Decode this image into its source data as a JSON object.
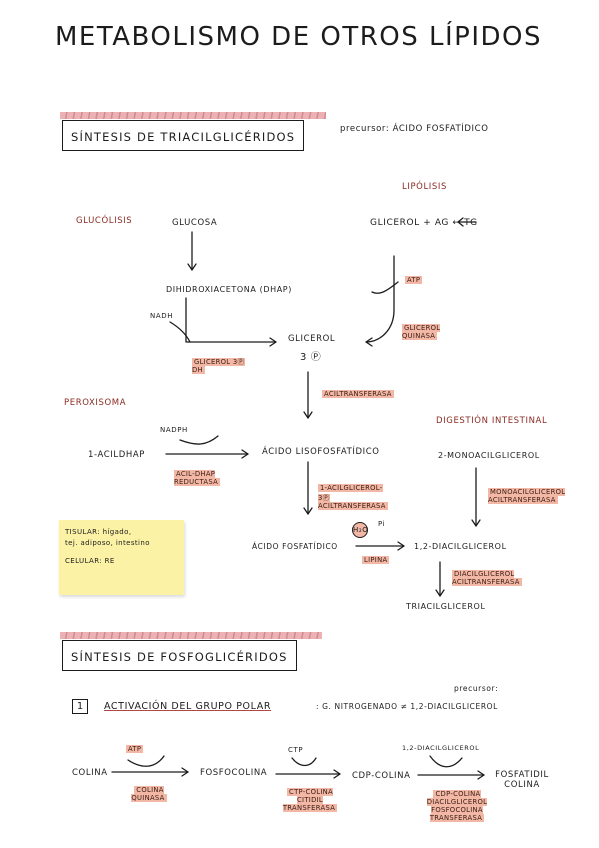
{
  "page": {
    "title": "METABOLISMO DE OTROS LÍPIDOS"
  },
  "tag": {
    "section1_title": "SÍNTESIS DE TRIACILGLICÉRIDOS",
    "precursor": "precursor: ÁCIDO FOSFATÍDICO",
    "lipolisis": "LIPÓLISIS",
    "glucolisis": "GLUCÓLISIS",
    "glucosa": "GLUCOSA",
    "glicerol_ag_tg": "GLICEROL + AG ← TG",
    "dhap": "DIHIDROXIACETONA (DHAP)",
    "atp1": "ATP",
    "nadh1": "NADH",
    "glicerol3p_a": "GLICEROL",
    "glicerol3p_b": "3 Ⓟ",
    "glicerol_quinasa": "GLICEROL QUINASA",
    "glicerol3p_dh": "GLICEROL 3Ⓟ DH",
    "peroxisoma": "PEROXISOMA",
    "aciltransferasa": "ACILTRANSFERASA",
    "digestion": "DIGESTIÓN INTESTINAL",
    "nadph": "NADPH",
    "acil_dhap": "1-ACILDHAP",
    "lisofosfatidico": "ÁCIDO LISOFOSFATÍDICO",
    "monoacilglicerol": "2-MONOACILGLICEROL",
    "acil_dhap_reductasa": "ACIL-DHAP REDUCTASA",
    "acilglicerol_3p_acil": "1-ACILGLICEROL-3Ⓟ ACILTRANSFERASA",
    "monoacil_aciltrans": "MONOACILGLICEROL ACILTRANSFERASA",
    "h2o": "H₂O",
    "pi": "Pi",
    "fosfatidico": "ÁCIDO FOSFATÍDICO",
    "lipina": "LIPINA",
    "diacilglicerol": "1,2-DIACILGLICEROL",
    "diacil_aciltrans": "DIACILGLICEROL ACILTRANSFERASA",
    "triacilglicerol": "TRIACILGLICEROL",
    "sticky_1": "TISULAR: hígado,",
    "sticky_2": "tej. adiposo, intestino",
    "sticky_3": "CELULAR: RE",
    "section2_title": "SÍNTESIS DE FOSFOGLICÉRIDOS",
    "num": "1",
    "activacion": "ACTIVACIÓN DEL GRUPO POLAR",
    "activacion_rest": ": G. NITROGENADO ≠ 1,2-DIACILGLICEROL",
    "precursor2": "precursor:",
    "colina": "COLINA",
    "atp2": "ATP",
    "colina_quinasa": "COLINA QUINASA",
    "fosfocolina": "FOSFOCOLINA",
    "ctp": "CTP",
    "ctp_citidil": "CTP-COLINA CITIDIL TRANSFERASA",
    "cdp_colina": "CDP-COLINA",
    "diacil_top": "1,2-DIACILGLICEROL",
    "cdp_transfer": "CDP-COLINA DIACILGLICEROL FOSFOCOLINA TRANSFERASA",
    "fosfatidil": "FOSFATIDIL COLINA"
  },
  "colors": {
    "ink": "#1c1c1c",
    "red_label": "#8a2a22",
    "highlight": "#f2b7a5",
    "sticky": "#fbf2a6",
    "stripe": "#d68a8e"
  }
}
